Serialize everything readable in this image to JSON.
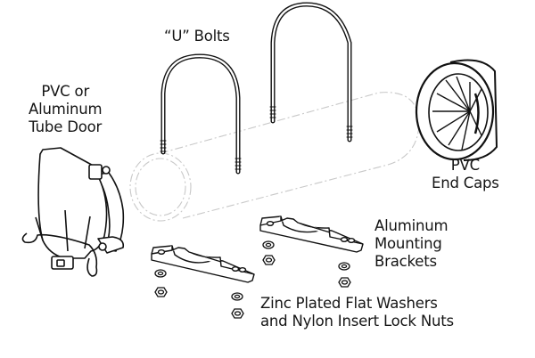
{
  "diagram": {
    "labels": {
      "tube_door": [
        "PVC or",
        "Aluminum",
        "Tube Door"
      ],
      "u_bolts": "“U” Bolts",
      "end_caps": [
        "PVC",
        "End Caps"
      ],
      "brackets": [
        "Aluminum",
        "Mounting",
        "Brackets"
      ],
      "hardware": [
        "Zinc Plated Flat Washers",
        "and Nylon Insert Lock Nuts"
      ]
    },
    "parts": [
      {
        "id": "tube-door",
        "name": "PVC or Aluminum Tube Door"
      },
      {
        "id": "u-bolt",
        "name": "“U” Bolts",
        "count": 2
      },
      {
        "id": "tube",
        "name": "Tube (dashed outline)"
      },
      {
        "id": "end-cap",
        "name": "PVC End Caps"
      },
      {
        "id": "bracket",
        "name": "Aluminum Mounting Brackets",
        "count": 2
      },
      {
        "id": "washer",
        "name": "Zinc Plated Flat Washers",
        "count": 4
      },
      {
        "id": "lock-nut",
        "name": "Nylon Insert Lock Nuts",
        "count": 4
      }
    ]
  }
}
